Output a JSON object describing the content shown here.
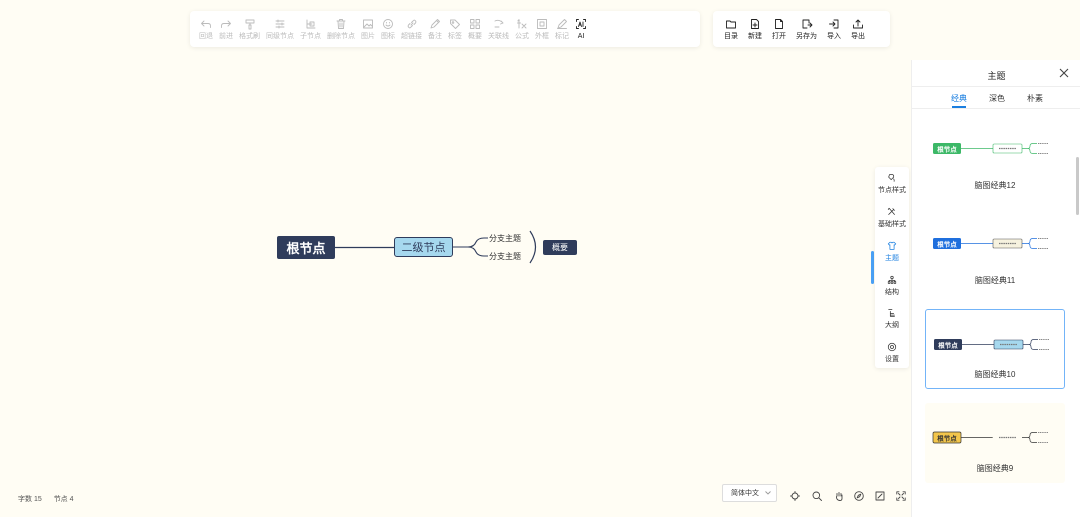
{
  "toolbar_left": [
    {
      "label": "回退",
      "icon": "undo-icon"
    },
    {
      "label": "前进",
      "icon": "redo-icon"
    },
    {
      "label": "格式刷",
      "icon": "format-painter-icon"
    },
    {
      "label": "同级节点",
      "icon": "sibling-node-icon"
    },
    {
      "label": "子节点",
      "icon": "child-node-icon"
    },
    {
      "label": "删除节点",
      "icon": "delete-icon"
    },
    {
      "label": "图片",
      "icon": "image-icon"
    },
    {
      "label": "图标",
      "icon": "emoji-icon"
    },
    {
      "label": "超链接",
      "icon": "link-icon"
    },
    {
      "label": "备注",
      "icon": "note-icon"
    },
    {
      "label": "标签",
      "icon": "tag-icon"
    },
    {
      "label": "概要",
      "icon": "summary-icon"
    },
    {
      "label": "关联线",
      "icon": "association-line-icon"
    },
    {
      "label": "公式",
      "icon": "formula-icon"
    },
    {
      "label": "外框",
      "icon": "outer-frame-icon"
    },
    {
      "label": "标记",
      "icon": "mark-icon"
    },
    {
      "label": "AI",
      "icon": "ai-icon"
    }
  ],
  "toolbar_right": [
    {
      "label": "目录",
      "icon": "directory-icon"
    },
    {
      "label": "新建",
      "icon": "new-file-icon"
    },
    {
      "label": "打开",
      "icon": "open-file-icon"
    },
    {
      "label": "另存为",
      "icon": "save-as-icon"
    },
    {
      "label": "导入",
      "icon": "import-icon"
    },
    {
      "label": "导出",
      "icon": "export-icon"
    }
  ],
  "mindmap": {
    "root": "根节点",
    "second": "二级节点",
    "branch1": "分支主题",
    "branch2": "分支主题",
    "summary": "概要"
  },
  "sidetabs": [
    {
      "label": "节点样式",
      "icon": "node-style-icon"
    },
    {
      "label": "基础样式",
      "icon": "base-style-icon"
    },
    {
      "label": "主题",
      "icon": "theme-icon"
    },
    {
      "label": "结构",
      "icon": "structure-icon"
    },
    {
      "label": "大纲",
      "icon": "outline-icon"
    },
    {
      "label": "设置",
      "icon": "settings-icon"
    }
  ],
  "panel": {
    "title": "主题",
    "tabs": [
      "经典",
      "深色",
      "朴素"
    ],
    "themes": [
      {
        "name": "脑图经典12",
        "root": "根节点",
        "root_color": "#3cb867",
        "line_color": "#3cb867",
        "second_bg": "#ffffff",
        "second_border": "#3cb867",
        "card_bg": "#ffffff"
      },
      {
        "name": "脑图经典11",
        "root": "根节点",
        "root_color": "#1f6fdd",
        "line_color": "#1f6fdd",
        "second_bg": "#f6f2df",
        "second_border": "#555555",
        "card_bg": "#ffffff"
      },
      {
        "name": "脑图经典10",
        "root": "根节点",
        "root_color": "#2f3c5b",
        "line_color": "#2f3c5b",
        "second_bg": "#a6d8ee",
        "second_border": "#2f3c5b",
        "card_bg": "#ffffff"
      },
      {
        "name": "脑图经典9",
        "root": "根节点",
        "root_color": "#f3c64b",
        "line_color": "#333333",
        "second_bg": "#fffdf4",
        "second_border": "#fffdf4",
        "card_bg": "#fffdf4"
      }
    ]
  },
  "status": {
    "word_count": "字数 15",
    "node_count": "节点 4"
  },
  "language": "简体中文",
  "bottom_icons": [
    "locate-icon",
    "zoom-icon",
    "hand-icon",
    "navigator-icon",
    "edit-icon",
    "fullscreen-icon"
  ]
}
